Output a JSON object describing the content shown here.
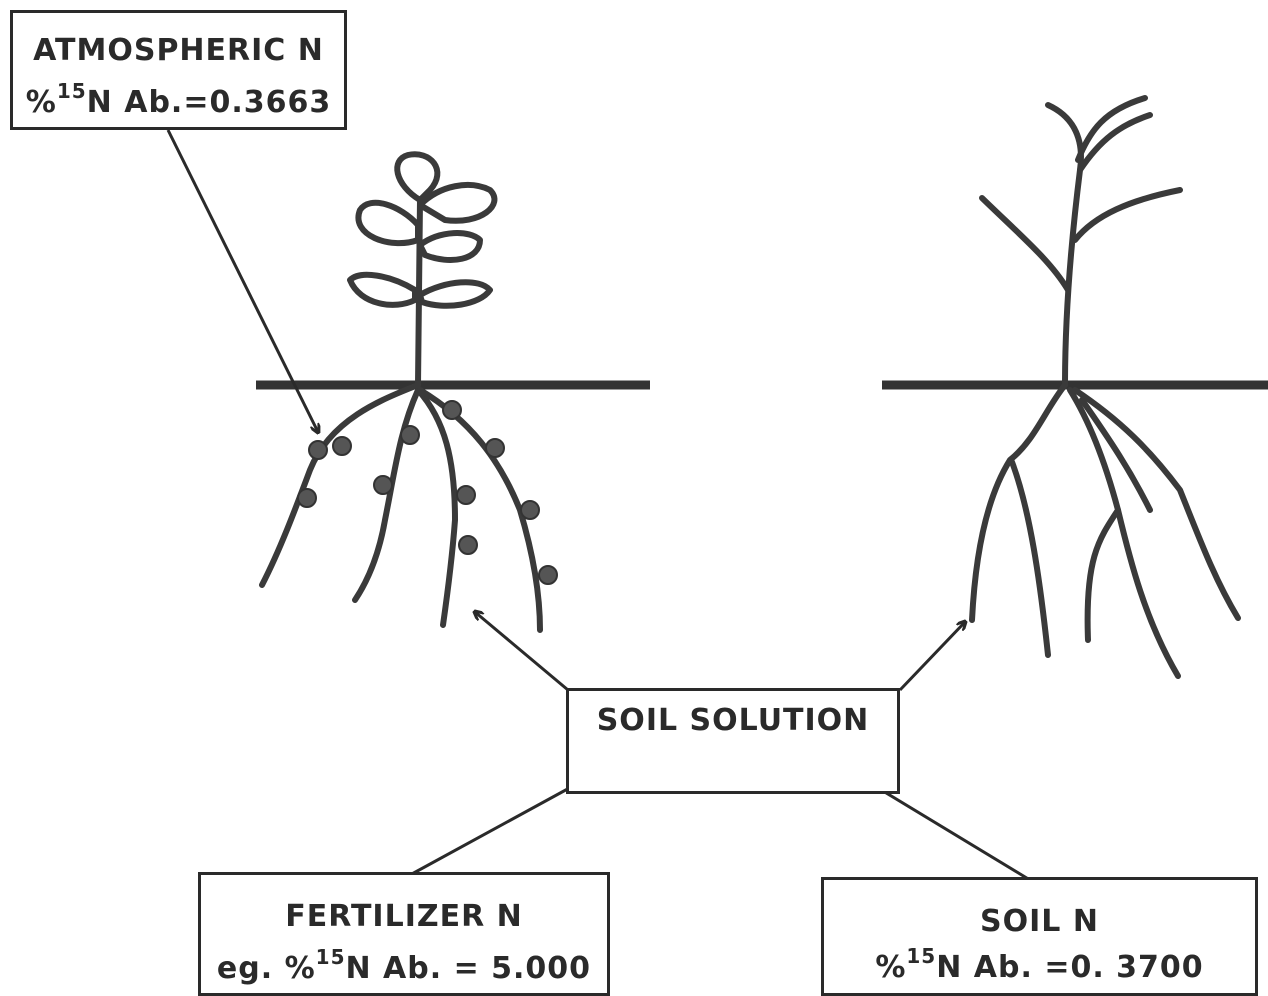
{
  "atmospheric": {
    "title": "ATMOSPHERIC N",
    "pct": "%",
    "iso": "15",
    "value": "N Ab.=0.3663"
  },
  "soil_solution": {
    "title": "SOIL SOLUTION"
  },
  "fertilizer": {
    "title": "FERTILIZER N",
    "prefix": "eg. %",
    "iso": "15",
    "value": "N Ab. = 5.000"
  },
  "soil_n": {
    "title": "SOIL N",
    "pct": "%",
    "iso": "15",
    "value": "N Ab. =0. 3700"
  },
  "colors": {
    "ink": "#2a2a2a",
    "background": "#ffffff"
  }
}
